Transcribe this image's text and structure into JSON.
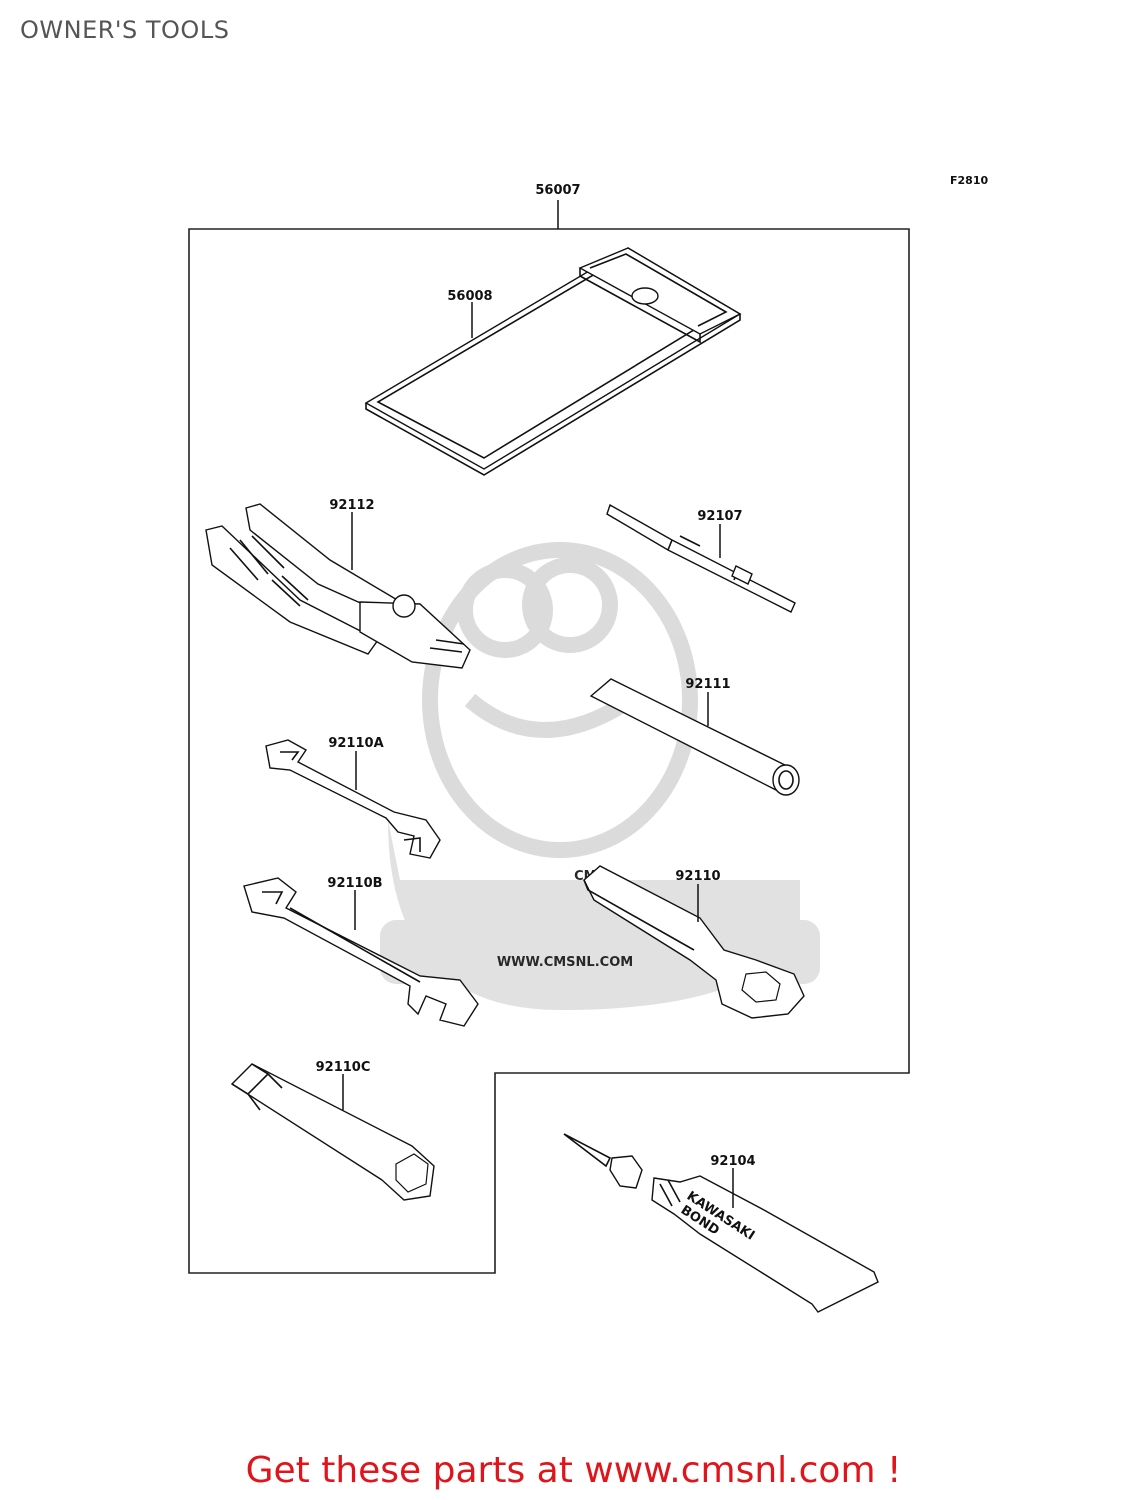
{
  "page_title": "OWNER'S TOOLS",
  "figure_code": "F2810",
  "parts": [
    {
      "number": "56007",
      "name": "tool-kit-assembly"
    },
    {
      "number": "56008",
      "name": "tool-bag"
    },
    {
      "number": "92112",
      "name": "pliers"
    },
    {
      "number": "92107",
      "name": "screwdriver"
    },
    {
      "number": "92111",
      "name": "handle-bar"
    },
    {
      "number": "92110A",
      "name": "wrench-small"
    },
    {
      "number": "92110B",
      "name": "wrench-large"
    },
    {
      "number": "92110",
      "name": "box-wrench"
    },
    {
      "number": "92110C",
      "name": "spark-plug-wrench"
    },
    {
      "number": "92104",
      "name": "kawasaki-bond-tube"
    }
  ],
  "tube_label": {
    "line1": "KAWASAKI",
    "line2": "BOND"
  },
  "watermark": {
    "brand": "CMS",
    "url": "WWW.CMSNL.COM"
  },
  "footer": {
    "text": "Get these parts at www.cmsnl.com !",
    "color": "#e0141b"
  }
}
